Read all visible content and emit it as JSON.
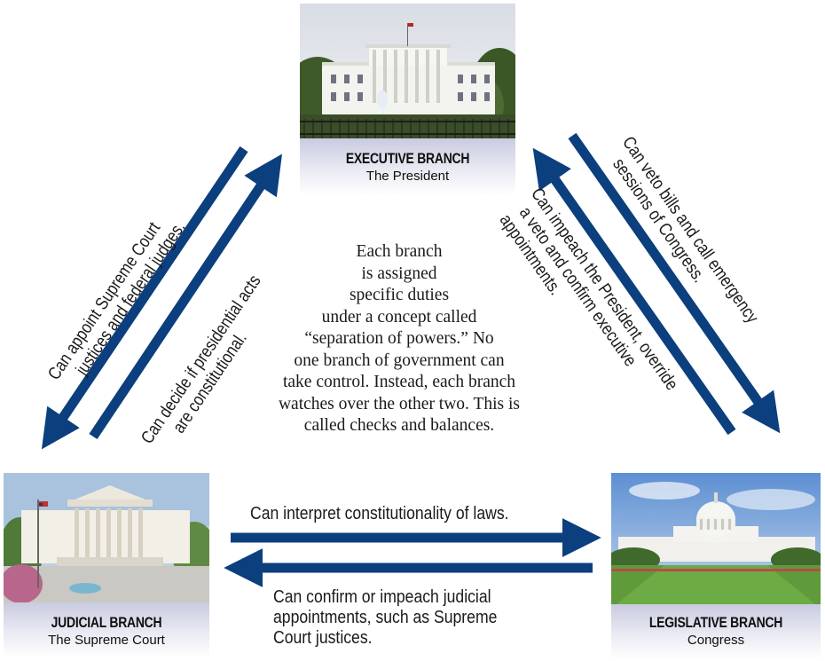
{
  "executive": {
    "title": "EXECUTIVE BRANCH",
    "subtitle": "The President",
    "photo_icon": "white-house-photo"
  },
  "judicial": {
    "title": "JUDICIAL BRANCH",
    "subtitle": "The Supreme Court",
    "photo_icon": "supreme-court-photo"
  },
  "legislative": {
    "title": "LEGISLATIVE BRANCH",
    "subtitle": "Congress",
    "photo_icon": "capitol-photo"
  },
  "center_text": {
    "lines": [
      "Each branch",
      "is assigned",
      "specific duties",
      "under a concept called",
      "“separation of powers.” No",
      "one branch of government can",
      "take control. Instead, each branch",
      "watches over the other two. This is",
      "called checks and balances."
    ]
  },
  "arrows": {
    "exec_to_judicial": {
      "lines": [
        "Can appoint Supreme Court",
        "justices and federal judges."
      ]
    },
    "judicial_to_exec": {
      "lines": [
        "Can decide if presidential acts",
        "are constitutional."
      ]
    },
    "exec_to_legislative": {
      "lines": [
        "Can veto bills and call emergency",
        "sessions of Congress."
      ]
    },
    "legislative_to_exec": {
      "lines": [
        "Can impeach the President, override",
        "a veto and confirm executive",
        "appointments."
      ]
    },
    "judicial_to_legislative": {
      "lines": [
        "Can interpret constitutionality of laws."
      ]
    },
    "legislative_to_judicial": {
      "lines": [
        "Can confirm or impeach judicial",
        "appointments, such as Supreme",
        "Court justices."
      ]
    }
  },
  "colors": {
    "arrow": "#0b3f7e",
    "caption_band": "#c9cbe0"
  }
}
